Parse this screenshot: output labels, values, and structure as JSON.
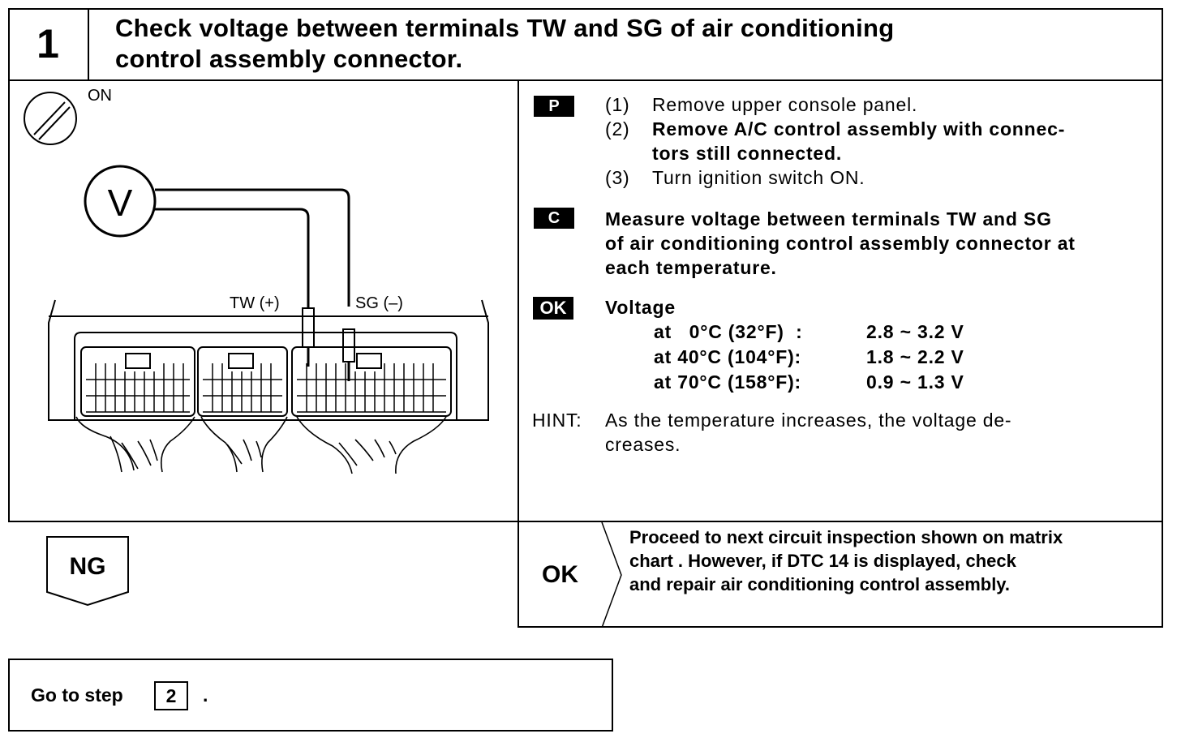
{
  "header": {
    "step_number": "1",
    "title_line1": "Check voltage between terminals TW and SG of air conditioning",
    "title_line2": "control assembly connector."
  },
  "diagram": {
    "ignition_label": "ON",
    "meter_label": "V",
    "tw_label": "TW (+)",
    "sg_label": "SG (–)"
  },
  "prepare": {
    "tag": "P",
    "steps": [
      {
        "num": "(1)",
        "text": "Remove upper console panel."
      },
      {
        "num": "(2)",
        "text_line1": "Remove A/C control assembly with connec-",
        "text_line2": "tors still connected."
      },
      {
        "num": "(3)",
        "text": "Turn ignition switch ON."
      }
    ]
  },
  "check": {
    "tag": "C",
    "line1": "Measure voltage between terminals TW and SG",
    "line2": "of air conditioning control assembly connector at",
    "line3": "each temperature."
  },
  "ok_spec": {
    "tag": "OK",
    "heading": "Voltage",
    "rows": [
      {
        "cond": "at   0°C (32°F)  :",
        "value": "2.8 ~ 3.2 V"
      },
      {
        "cond": "at 40°C (104°F):",
        "value": "1.8 ~ 2.2 V"
      },
      {
        "cond": "at 70°C (158°F):",
        "value": "0.9 ~ 1.3 V"
      }
    ]
  },
  "hint": {
    "label": "HINT:",
    "line1": "As the temperature increases, the voltage de-",
    "line2": "creases."
  },
  "results": {
    "ng_label": "NG",
    "ok_label": "OK",
    "ok_line1": "Proceed to next circuit inspection shown on matrix",
    "ok_line2": "chart . However, if DTC 14 is displayed, check",
    "ok_line3": "and repair air conditioning control assembly."
  },
  "goto": {
    "text": "Go to step",
    "step": "2",
    "suffix": "."
  }
}
